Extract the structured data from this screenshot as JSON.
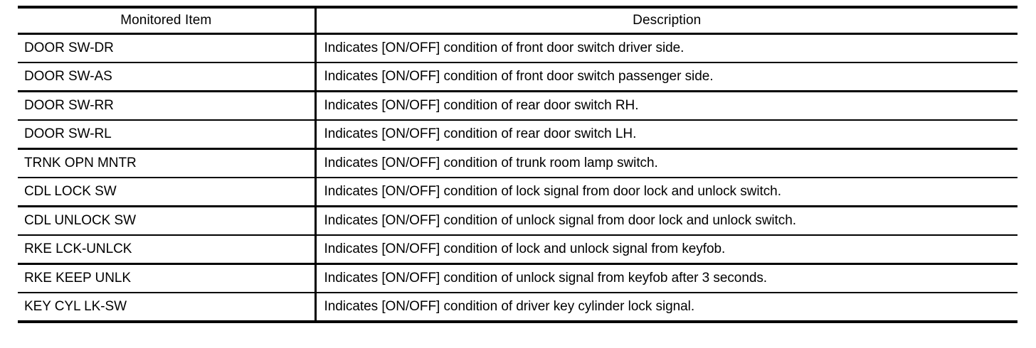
{
  "table": {
    "columns": [
      {
        "key": "item",
        "header": "Monitored Item"
      },
      {
        "key": "description",
        "header": "Description"
      }
    ],
    "rows": [
      {
        "item": "DOOR SW-DR",
        "description": "Indicates [ON/OFF] condition of front door switch driver side."
      },
      {
        "item": "DOOR SW-AS",
        "description": "Indicates [ON/OFF] condition of front door switch passenger side."
      },
      {
        "item": "DOOR SW-RR",
        "description": "Indicates [ON/OFF] condition of rear door switch RH."
      },
      {
        "item": "DOOR SW-RL",
        "description": "Indicates [ON/OFF] condition of rear door switch LH."
      },
      {
        "item": "TRNK OPN MNTR",
        "description": "Indicates [ON/OFF] condition of trunk room lamp switch."
      },
      {
        "item": "CDL LOCK SW",
        "description": "Indicates [ON/OFF] condition of lock signal from door lock and unlock switch."
      },
      {
        "item": "CDL UNLOCK SW",
        "description": "Indicates [ON/OFF] condition of unlock signal from door lock and unlock switch."
      },
      {
        "item": "RKE LCK-UNLCK",
        "description": "Indicates [ON/OFF] condition of lock and unlock signal from keyfob."
      },
      {
        "item": "RKE KEEP UNLK",
        "description": "Indicates [ON/OFF] condition of unlock signal from keyfob after 3 seconds."
      },
      {
        "item": "KEY CYL LK-SW",
        "description": "Indicates [ON/OFF] condition of driver key cylinder lock signal."
      }
    ]
  },
  "colors": {
    "rule": "#000000",
    "text": "#000000",
    "background": "#ffffff"
  }
}
